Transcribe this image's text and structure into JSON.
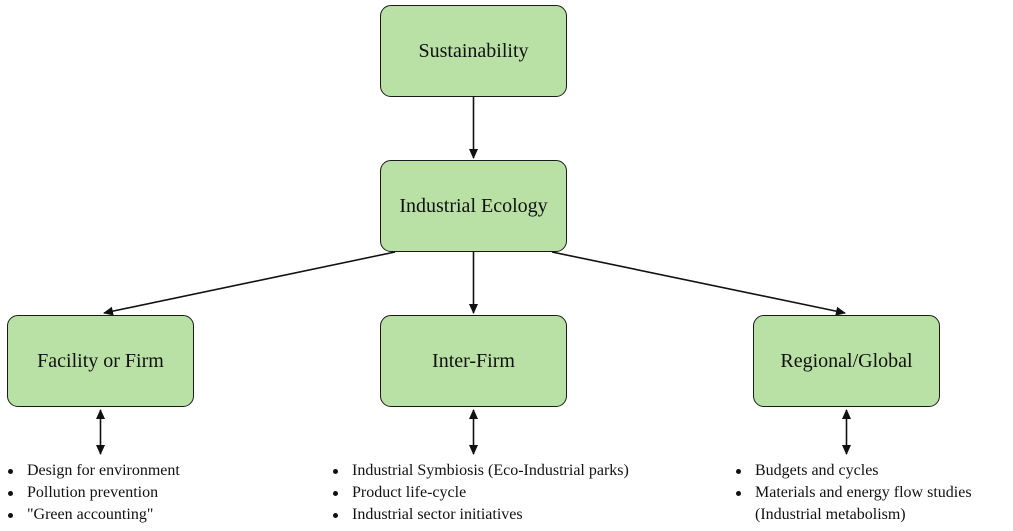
{
  "colors": {
    "node_fill": "#b9e0a5",
    "node_border": "#1a1a1a",
    "edge": "#111111"
  },
  "nodes": {
    "sustainability": "Sustainability",
    "industrial_ecology": "Industrial Ecology",
    "facility": "Facility or Firm",
    "inter_firm": "Inter-Firm",
    "regional": "Regional/Global"
  },
  "lists": {
    "facility": [
      "Design for environment",
      "Pollution prevention",
      "\"Green accounting\""
    ],
    "inter_firm": [
      "Industrial Symbiosis (Eco-Industrial parks)",
      "Product life-cycle",
      "Industrial sector initiatives"
    ],
    "regional": [
      "Budgets and cycles",
      "Materials and energy flow studies",
      "(Industrial metabolism)"
    ]
  }
}
